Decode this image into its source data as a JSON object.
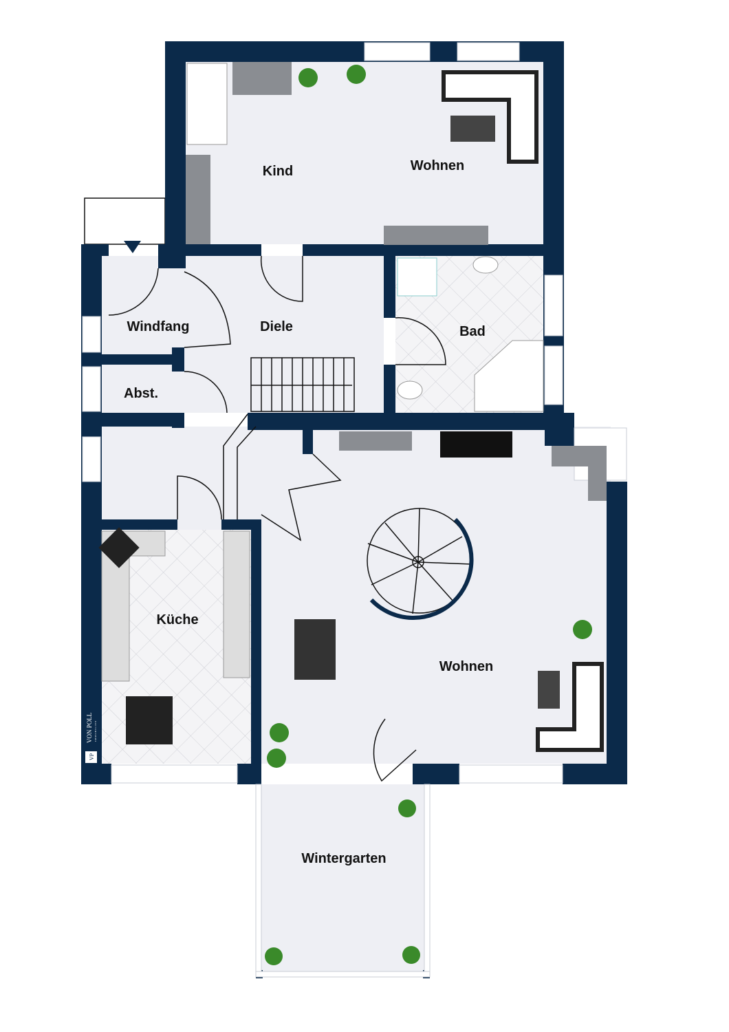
{
  "rooms": {
    "kind": "Kind",
    "wohnen_oben": "Wohnen",
    "windfang": "Windfang",
    "diele": "Diele",
    "bad": "Bad",
    "abst": "Abst.",
    "kueche": "Küche",
    "wohnen_unten": "Wohnen",
    "wintergarten": "Wintergarten"
  },
  "logo": {
    "mark": "VP",
    "name": "VON POLL",
    "sub": "IMMOBILIEN"
  },
  "colors": {
    "wall": "#0b2a4a",
    "floor": "#eeeff4"
  }
}
